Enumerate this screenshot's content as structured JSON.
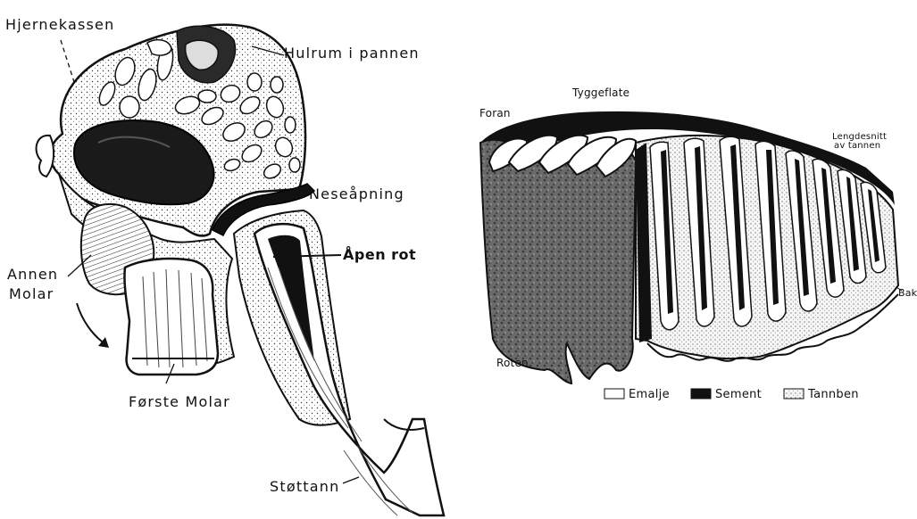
{
  "skull": {
    "labels": {
      "braincase": "Hjernekassen",
      "sinus": "Hulrum i pannen",
      "nasal_opening": "Neseåpning",
      "open_root": "Åpen rot",
      "second_molar_line1": "Annen",
      "second_molar_line2": "Molar",
      "first_molar": "Første Molar",
      "tusk": "Støttann"
    }
  },
  "tooth": {
    "labels": {
      "front": "Foran",
      "chewing_surface": "Tyggeflate",
      "section_line1": "Lengdesnitt",
      "section_line2": "av tannen",
      "back": "Bak",
      "root": "Roten"
    },
    "legend": [
      {
        "label": "Emalje",
        "color": "#ffffff"
      },
      {
        "label": "Sement",
        "color": "#111111"
      },
      {
        "label": "Tannben",
        "color": "#d8d8d8"
      }
    ]
  }
}
